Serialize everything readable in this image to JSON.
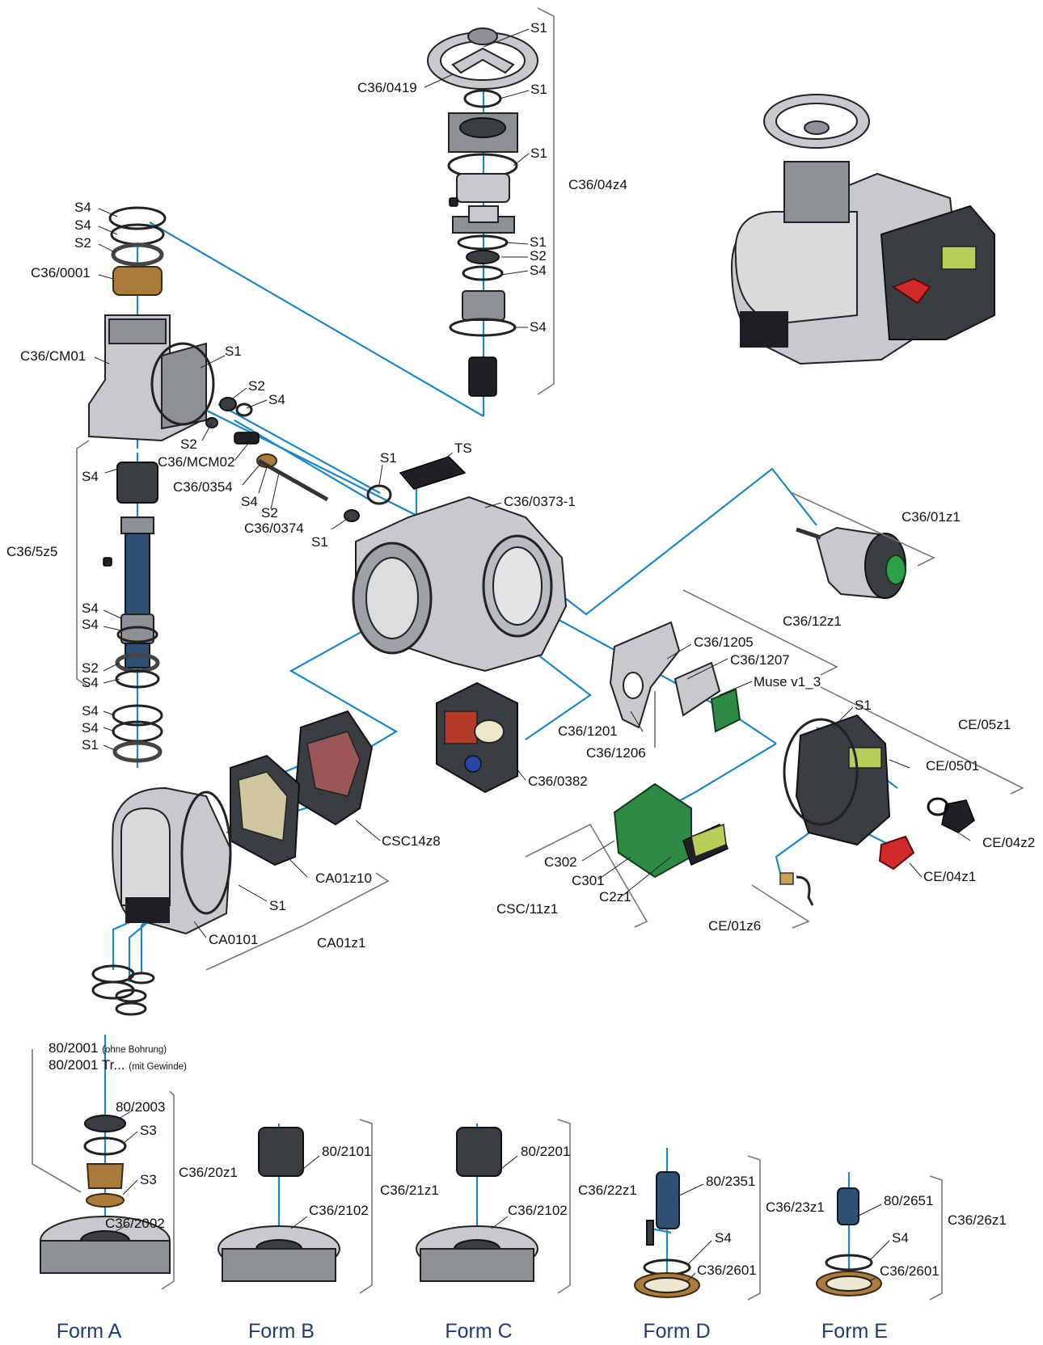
{
  "diagram": {
    "colors": {
      "link_line": "#1d86c6",
      "form_label": "#1f3a7a",
      "label_text": "#111111",
      "bracket": "#777777"
    },
    "labels": {
      "s1_top": "S1",
      "c36_0419": "C36/0419",
      "s1_b": "S1",
      "s1_c": "S1",
      "c36_04z4": "C36/04z4",
      "s1_d": "S1",
      "s2_d": "S2",
      "s4_d": "S4",
      "s4_e": "S4",
      "s4_left_1": "S4",
      "s4_left_2": "S4",
      "s2_left_1": "S2",
      "c36_0001": "C36/0001",
      "c36_cm01": "C36/CM01",
      "s1_cm": "S1",
      "s2_cm": "S2",
      "s4_cm": "S4",
      "s2_cm2": "S2",
      "c36_mcm02": "C36/MCM02",
      "s4_coupling": "S4",
      "c36_0354": "C36/0354",
      "s4_shaft": "S4",
      "s2_shaft": "S2",
      "c36_0374": "C36/0374",
      "s1_shaft": "S1",
      "s1_ts": "S1",
      "ts": "TS",
      "c36_0373_1": "C36/0373-1",
      "c36_01z1": "C36/01z1",
      "c36_5z5": "C36/5z5",
      "s4_low_1": "S4",
      "s4_low_2": "S4",
      "s2_low": "S2",
      "s4_low_3": "S4",
      "s4_low_4": "S4",
      "s4_low_5": "S4",
      "s1_low": "S1",
      "c36_12z1": "C36/12z1",
      "c36_1205": "C36/1205",
      "c36_1207": "C36/1207",
      "muse": "Muse v1_3",
      "c36_1201": "C36/1201",
      "c36_1206": "C36/1206",
      "c36_0382": "C36/0382",
      "csc14z8": "CSC14z8",
      "ca01z10": "CA01z10",
      "s1_cover": "S1",
      "ca0101": "CA0101",
      "ca01z1": "CA01z1",
      "s1_ce": "S1",
      "ce_05z1": "CE/05z1",
      "ce_0501": "CE/0501",
      "ce_04z2": "CE/04z2",
      "ce_04z1": "CE/04z1",
      "ce_01z6": "CE/01z6",
      "c302": "C302",
      "c301": "C301",
      "c2z1": "C2z1",
      "csc_11z1": "CSC/11z1",
      "p80_2001": "80/2001",
      "ohne_bohrung": "(ohne Bohrung)",
      "p80_2001_tr": "80/2001 Tr...",
      "mit_gewinde": "(mit Gewinde)",
      "p80_2003": "80/2003",
      "s3_a": "S3",
      "s3_b": "S3",
      "c36_2002": "C36/2002",
      "c36_20z1": "C36/20z1",
      "p80_2101": "80/2101",
      "c36_2102_b": "C36/2102",
      "c36_21z1": "C36/21z1",
      "p80_2201": "80/2201",
      "c36_2102_c": "C36/2102",
      "c36_22z1": "C36/22z1",
      "p80_2351": "80/2351",
      "s4_form_d": "S4",
      "c36_2601_d": "C36/2601",
      "c36_23z1": "C36/23z1",
      "p80_2651": "80/2651",
      "s4_form_e": "S4",
      "c36_2601_e": "C36/2601",
      "c36_26z1": "C36/26z1"
    },
    "forms": {
      "a": "Form A",
      "b": "Form B",
      "c": "Form C",
      "d": "Form D",
      "e": "Form E"
    }
  }
}
